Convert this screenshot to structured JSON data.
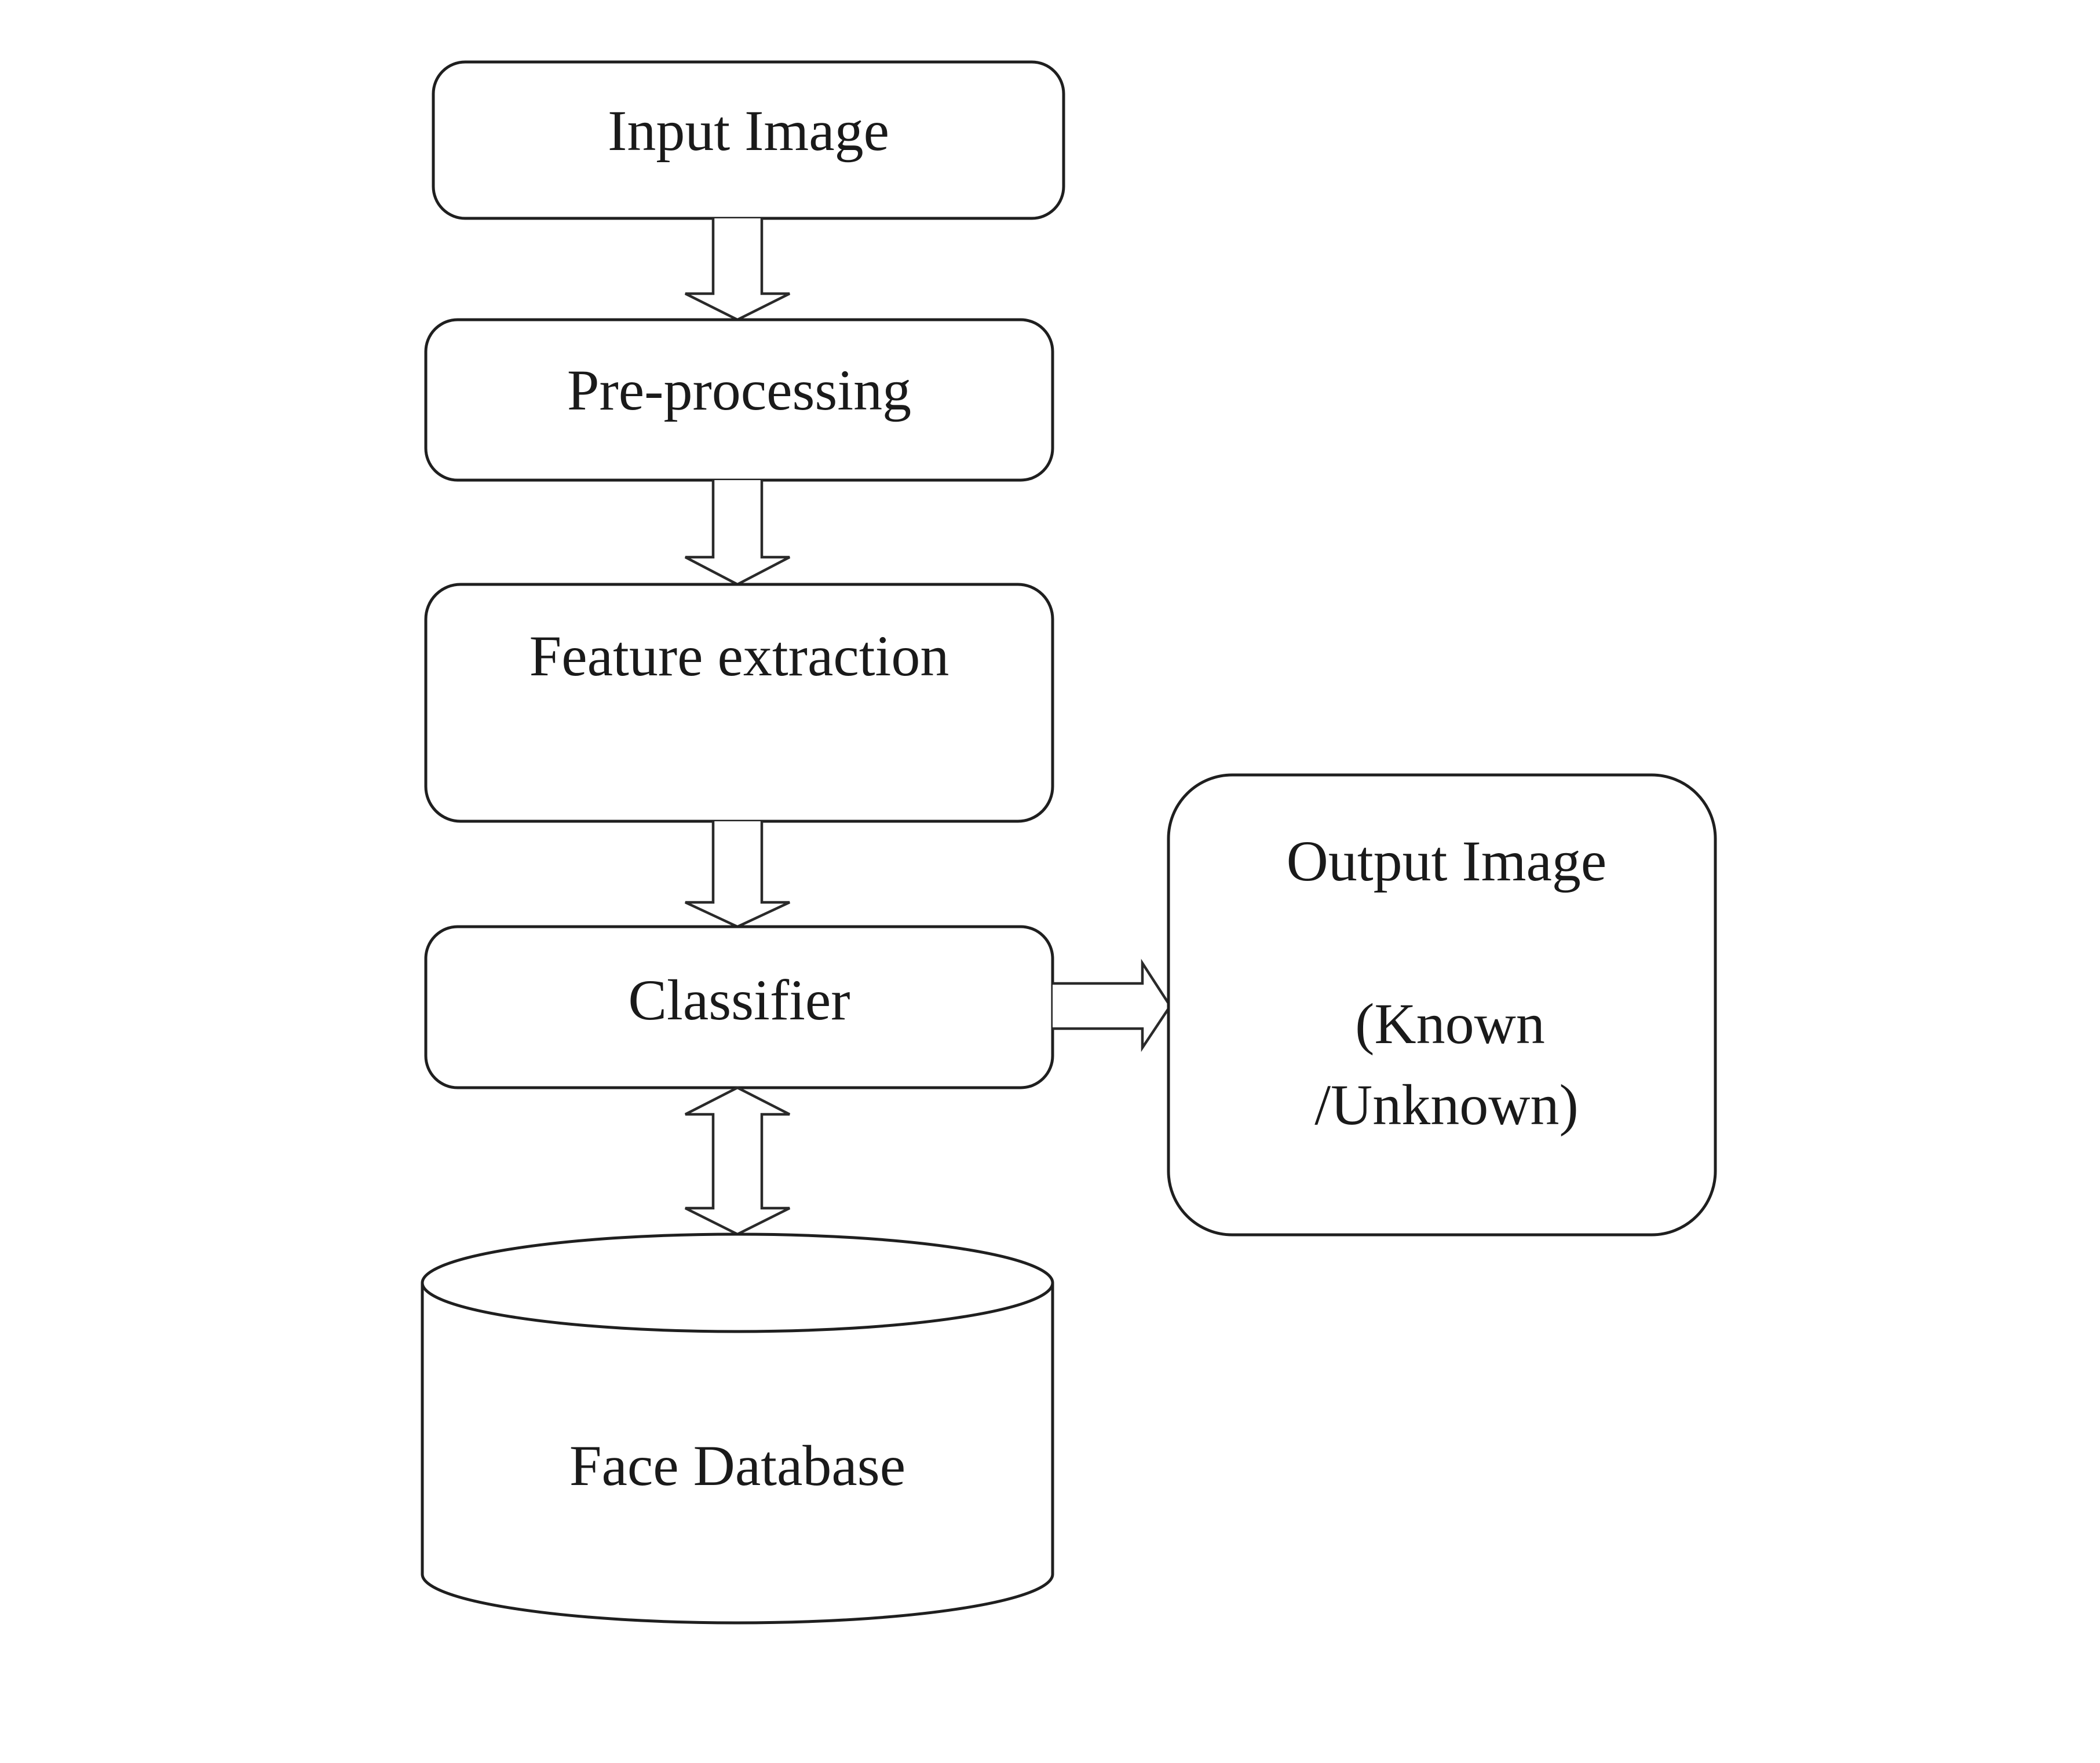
{
  "diagram": {
    "title": "Face recognition pipeline",
    "nodes": {
      "input": {
        "label": "Input Image",
        "shape": "rounded-rectangle"
      },
      "preprocessing": {
        "label": "Pre-processing",
        "shape": "rounded-rectangle"
      },
      "feature": {
        "label": "Feature extraction",
        "shape": "rounded-rectangle"
      },
      "classifier": {
        "label": "Classifier",
        "shape": "rounded-rectangle"
      },
      "output": {
        "label_line1": "Output Image",
        "label_line2": "(Known",
        "label_line3": "/Unknown)",
        "shape": "rounded-rectangle"
      },
      "database": {
        "label": "Face Database",
        "shape": "cylinder"
      }
    },
    "edges": [
      {
        "from": "Input Image",
        "to": "Pre-processing",
        "style": "block-arrow",
        "direction": "one-way"
      },
      {
        "from": "Pre-processing",
        "to": "Feature extraction",
        "style": "block-arrow",
        "direction": "one-way"
      },
      {
        "from": "Feature extraction",
        "to": "Classifier",
        "style": "block-arrow",
        "direction": "one-way"
      },
      {
        "from": "Classifier",
        "to": "Output Image",
        "style": "block-arrow",
        "direction": "one-way"
      },
      {
        "from": "Classifier",
        "to": "Face Database",
        "style": "block-arrow",
        "direction": "two-way"
      }
    ],
    "colors": {
      "stroke": "#1f1f1f",
      "fill": "#ffffff",
      "text": "#1a1a1a"
    }
  }
}
